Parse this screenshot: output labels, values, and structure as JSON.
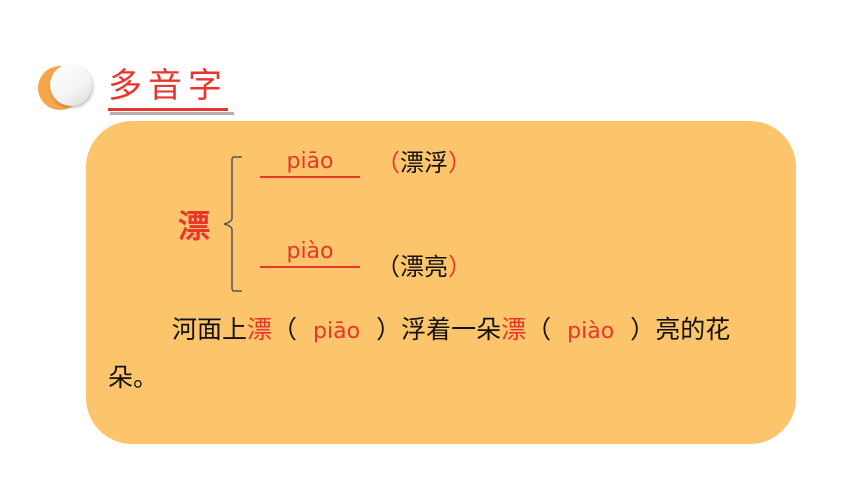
{
  "header": {
    "title": "多音字"
  },
  "card": {
    "character": "漂",
    "readings": [
      {
        "pinyin": "piāo",
        "word": "漂浮",
        "paren_open": "（",
        "paren_close": "）"
      },
      {
        "pinyin": "piào",
        "word": "漂亮",
        "paren_open": "（",
        "paren_close": "）"
      }
    ],
    "sentence": {
      "part1": "河面上",
      "char1": "漂",
      "open1": "（",
      "pinyin1": "piāo",
      "close1": "）",
      "part2": "浮着一朵",
      "char2": "漂",
      "open2": "（",
      "pinyin2": "piào",
      "close2": "）",
      "part3": "亮的花朵。"
    }
  },
  "colors": {
    "accent_red": "#e8362d",
    "card_bg": "#fcc56b",
    "bullet_orange": "#f5a54a"
  }
}
